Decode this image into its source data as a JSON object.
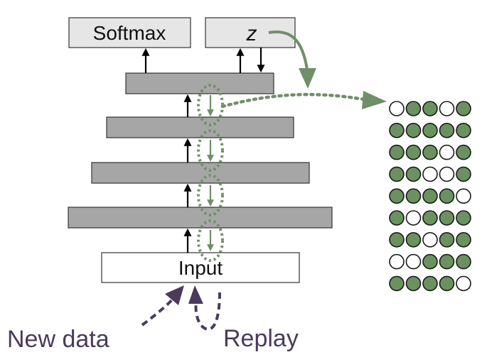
{
  "labels": {
    "softmax": "Softmax",
    "z": "z",
    "input": "Input",
    "new_data": "New data",
    "replay": "Replay"
  },
  "colors": {
    "layer_fill": "#a6a6a6",
    "top_box_fill": "#e6e6e6",
    "green": "#6f8f68",
    "green_fill": "#6b9160",
    "purple": "#4a3a5c",
    "black": "#000000"
  },
  "grid": {
    "rows": [
      [
        0,
        1,
        1,
        0,
        1
      ],
      [
        1,
        1,
        1,
        1,
        1
      ],
      [
        1,
        1,
        1,
        0,
        1
      ],
      [
        1,
        1,
        0,
        0,
        1
      ],
      [
        1,
        1,
        1,
        1,
        0
      ],
      [
        1,
        0,
        1,
        1,
        1
      ],
      [
        1,
        1,
        0,
        1,
        1
      ],
      [
        0,
        0,
        1,
        1,
        1
      ],
      [
        1,
        1,
        1,
        1,
        0
      ]
    ]
  }
}
